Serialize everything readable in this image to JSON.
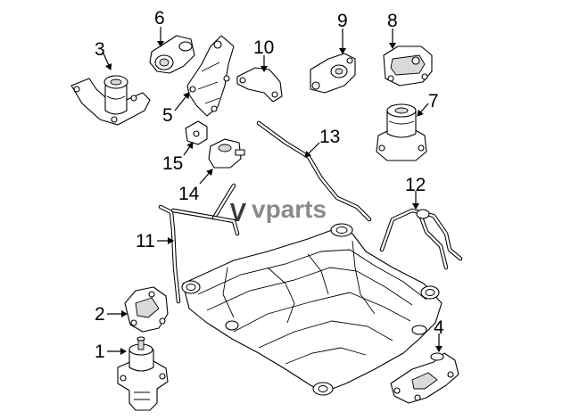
{
  "watermark": {
    "prefix": "",
    "brand": "vparts"
  },
  "callouts": [
    {
      "id": "1",
      "label": "1"
    },
    {
      "id": "2",
      "label": "2"
    },
    {
      "id": "3",
      "label": "3"
    },
    {
      "id": "4",
      "label": "4"
    },
    {
      "id": "5",
      "label": "5"
    },
    {
      "id": "6",
      "label": "6"
    },
    {
      "id": "7",
      "label": "7"
    },
    {
      "id": "8",
      "label": "8"
    },
    {
      "id": "9",
      "label": "9"
    },
    {
      "id": "10",
      "label": "10"
    },
    {
      "id": "11",
      "label": "11"
    },
    {
      "id": "12",
      "label": "12"
    },
    {
      "id": "13",
      "label": "13"
    },
    {
      "id": "14",
      "label": "14"
    },
    {
      "id": "15",
      "label": "15"
    }
  ],
  "colors": {
    "line": "#000000",
    "watermark": "#8a8a8a",
    "shade": "#d9d9d9"
  }
}
